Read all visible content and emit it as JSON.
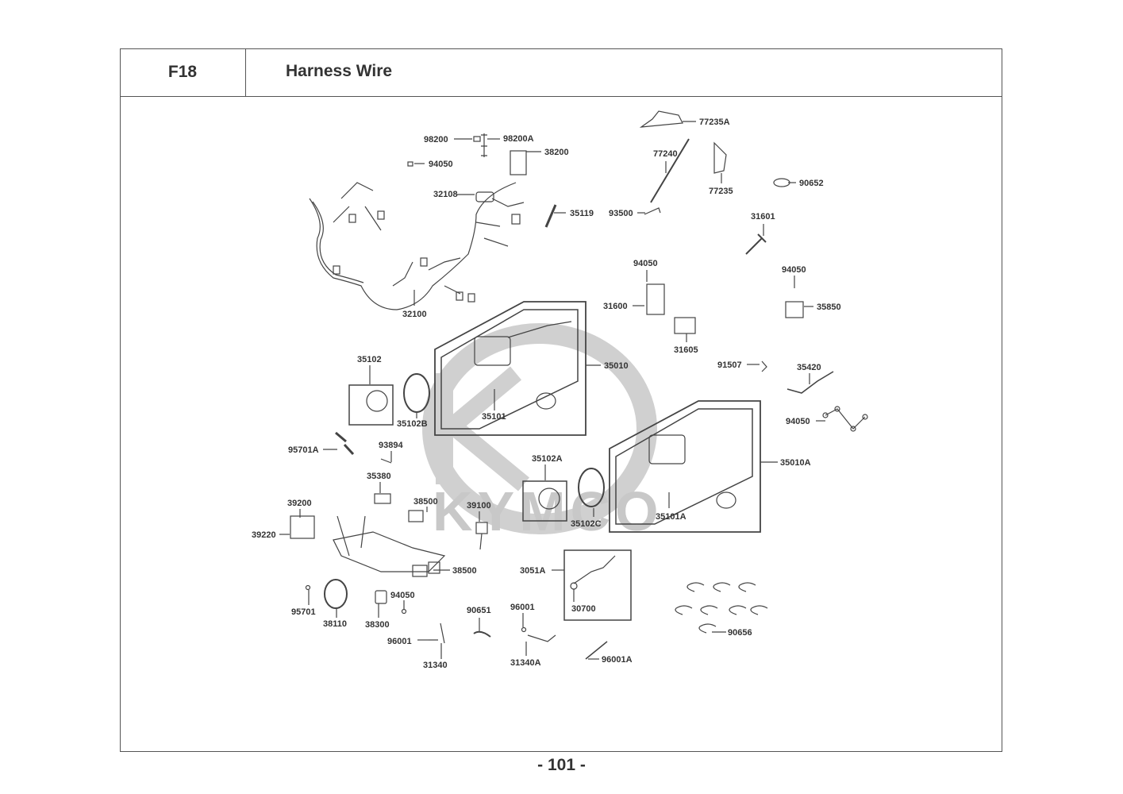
{
  "header": {
    "section_code": "F18",
    "title": "Harness Wire"
  },
  "footer": {
    "page_number": "- 101 -"
  },
  "watermark": {
    "brand": "KYMCO"
  },
  "parts": [
    {
      "id": "p01",
      "number": "98200"
    },
    {
      "id": "p02",
      "number": "98200A"
    },
    {
      "id": "p03",
      "number": "94050"
    },
    {
      "id": "p04",
      "number": "38200"
    },
    {
      "id": "p05",
      "number": "32108"
    },
    {
      "id": "p06",
      "number": "35119"
    },
    {
      "id": "p07",
      "number": "32100"
    },
    {
      "id": "p08",
      "number": "77235A"
    },
    {
      "id": "p09",
      "number": "77240"
    },
    {
      "id": "p10",
      "number": "77235"
    },
    {
      "id": "p11",
      "number": "90652"
    },
    {
      "id": "p12",
      "number": "93500"
    },
    {
      "id": "p13",
      "number": "31601"
    },
    {
      "id": "p14",
      "number": "94050"
    },
    {
      "id": "p15",
      "number": "31600"
    },
    {
      "id": "p16",
      "number": "31605"
    },
    {
      "id": "p17",
      "number": "94050"
    },
    {
      "id": "p18",
      "number": "35850"
    },
    {
      "id": "p19",
      "number": "91507"
    },
    {
      "id": "p20",
      "number": "35420"
    },
    {
      "id": "p21",
      "number": "94050"
    },
    {
      "id": "p22",
      "number": "35010"
    },
    {
      "id": "p23",
      "number": "35101"
    },
    {
      "id": "p24",
      "number": "35102"
    },
    {
      "id": "p25",
      "number": "35102B"
    },
    {
      "id": "p26",
      "number": "95701A"
    },
    {
      "id": "p27",
      "number": "93894"
    },
    {
      "id": "p28",
      "number": "35380"
    },
    {
      "id": "p29",
      "number": "39200"
    },
    {
      "id": "p30",
      "number": "39220"
    },
    {
      "id": "p31",
      "number": "38500"
    },
    {
      "id": "p32",
      "number": "39100"
    },
    {
      "id": "p33",
      "number": "38500"
    },
    {
      "id": "p34",
      "number": "35102A"
    },
    {
      "id": "p35",
      "number": "35102C"
    },
    {
      "id": "p36",
      "number": "35010A"
    },
    {
      "id": "p37",
      "number": "35101A"
    },
    {
      "id": "p38",
      "number": "3051A"
    },
    {
      "id": "p39",
      "number": "30700"
    },
    {
      "id": "p40",
      "number": "95701"
    },
    {
      "id": "p41",
      "number": "38110"
    },
    {
      "id": "p42",
      "number": "38300"
    },
    {
      "id": "p43",
      "number": "94050"
    },
    {
      "id": "p44",
      "number": "90651"
    },
    {
      "id": "p45",
      "number": "96001"
    },
    {
      "id": "p46",
      "number": "96001"
    },
    {
      "id": "p47",
      "number": "31340"
    },
    {
      "id": "p48",
      "number": "31340A"
    },
    {
      "id": "p49",
      "number": "96001A"
    },
    {
      "id": "p50",
      "number": "90656"
    }
  ]
}
